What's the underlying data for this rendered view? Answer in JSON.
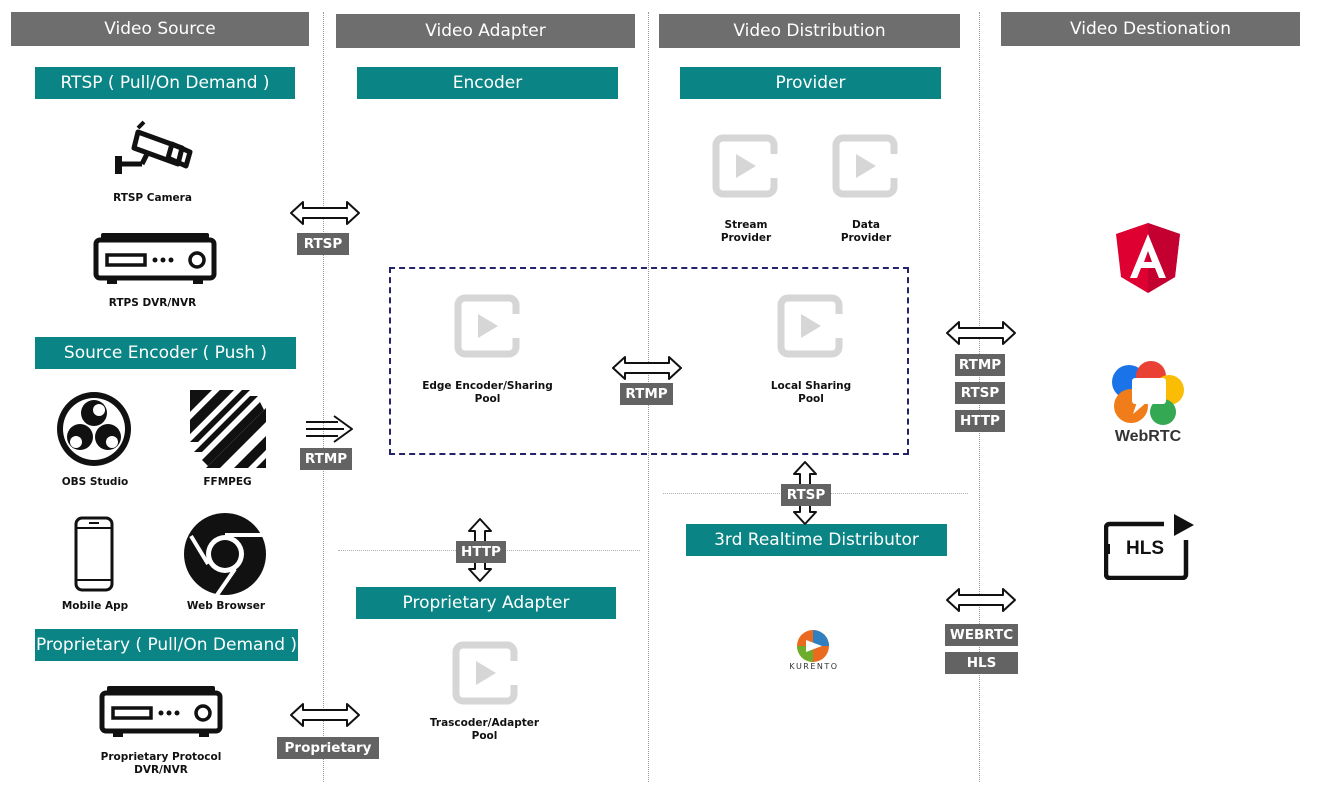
{
  "columns": {
    "source": "Video Source",
    "adapter": "Video Adapter",
    "distribution": "Video Distribution",
    "destination": "Video Destionation"
  },
  "sections": {
    "rtsp": "RTSP ( Pull/On Demand )",
    "source_encoder": "Source Encoder ( Push )",
    "proprietary": "Proprietary ( Pull/On Demand )",
    "encoder": "Encoder",
    "provider": "Provider",
    "proprietary_adapter": "Proprietary Adapter",
    "third_distributor": "3rd Realtime Distributor"
  },
  "labels": {
    "rtsp_camera": "RTSP Camera",
    "rtps_dvr": "RTPS DVR/NVR",
    "obs_studio": "OBS Studio",
    "ffmpeg": "FFMPEG",
    "mobile_app": "Mobile App",
    "web_browser": "Web Browser",
    "prop_dvr": "Proprietary Protocol\nDVR/NVR",
    "stream_provider": "Stream\nProvider",
    "data_provider": "Data\nProvider",
    "edge_encoder": "Edge Encoder/Sharing\nPool",
    "local_sharing": "Local Sharing\nPool",
    "trascoder": "Trascoder/Adapter\nPool",
    "webrtc": "WebRTC",
    "hls": "HLS",
    "kurento": "KURENTO"
  },
  "protocols": {
    "rtsp_source": "RTSP",
    "rtmp_source": "RTMP",
    "proprietary": "Proprietary",
    "rtmp_middle": "RTMP",
    "http_adapter": "HTTP",
    "rtsp_distributor": "RTSP",
    "dest_rtmp": "RTMP",
    "dest_rtsp": "RTSP",
    "dest_http": "HTTP",
    "dest_webrtc": "WEBRTC",
    "dest_hls": "HLS"
  },
  "colors": {
    "header_gray": "#6e6e6e",
    "teal": "#0a8484",
    "tag_gray": "#636363",
    "dashed_navy": "#23236b",
    "angular_red": "#dd0031"
  }
}
